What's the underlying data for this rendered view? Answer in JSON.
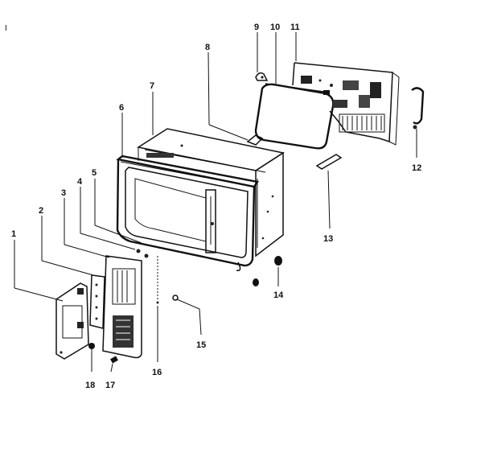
{
  "corner_mark": "I",
  "callouts": [
    {
      "id": "c1",
      "text": "1"
    },
    {
      "id": "c2",
      "text": "2"
    },
    {
      "id": "c3",
      "text": "3"
    },
    {
      "id": "c4",
      "text": "4"
    },
    {
      "id": "c5",
      "text": "5"
    },
    {
      "id": "c6",
      "text": "6"
    },
    {
      "id": "c7",
      "text": "7"
    },
    {
      "id": "c8",
      "text": "8"
    },
    {
      "id": "c9",
      "text": "9"
    },
    {
      "id": "c10",
      "text": "10"
    },
    {
      "id": "c11",
      "text": "11"
    },
    {
      "id": "c12",
      "text": "12"
    },
    {
      "id": "c13",
      "text": "13"
    },
    {
      "id": "c14",
      "text": "14"
    },
    {
      "id": "c15",
      "text": "15"
    },
    {
      "id": "c16",
      "text": "16"
    },
    {
      "id": "c17",
      "text": "17"
    },
    {
      "id": "c18",
      "text": "18"
    }
  ]
}
